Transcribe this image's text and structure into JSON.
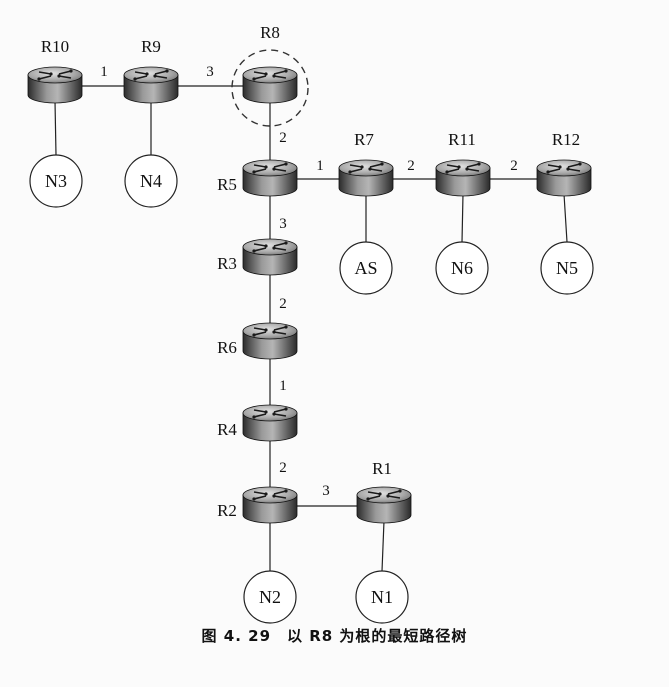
{
  "routers": [
    {
      "id": "R10",
      "label": "R10",
      "root": false
    },
    {
      "id": "R9",
      "label": "R9",
      "root": false
    },
    {
      "id": "R8",
      "label": "R8",
      "root": true
    },
    {
      "id": "R5",
      "label": "R5",
      "root": false
    },
    {
      "id": "R7",
      "label": "R7",
      "root": false
    },
    {
      "id": "R11",
      "label": "R11",
      "root": false
    },
    {
      "id": "R12",
      "label": "R12",
      "root": false
    },
    {
      "id": "R3",
      "label": "R3",
      "root": false
    },
    {
      "id": "R6",
      "label": "R6",
      "root": false
    },
    {
      "id": "R4",
      "label": "R4",
      "root": false
    },
    {
      "id": "R2",
      "label": "R2",
      "root": false
    },
    {
      "id": "R1",
      "label": "R1",
      "root": false
    }
  ],
  "networks": [
    {
      "id": "N3",
      "label": "N3",
      "router": "R10"
    },
    {
      "id": "N4",
      "label": "N4",
      "router": "R9"
    },
    {
      "id": "AS",
      "label": "AS",
      "router": "R7"
    },
    {
      "id": "N6",
      "label": "N6",
      "router": "R11"
    },
    {
      "id": "N5",
      "label": "N5",
      "router": "R12"
    },
    {
      "id": "N2",
      "label": "N2",
      "router": "R2"
    },
    {
      "id": "N1",
      "label": "N1",
      "router": "R1"
    }
  ],
  "links": [
    {
      "from": "R10",
      "to": "R9",
      "cost": "1"
    },
    {
      "from": "R9",
      "to": "R8",
      "cost": "3"
    },
    {
      "from": "R8",
      "to": "R5",
      "cost": "2"
    },
    {
      "from": "R5",
      "to": "R7",
      "cost": "1"
    },
    {
      "from": "R7",
      "to": "R11",
      "cost": "2"
    },
    {
      "from": "R11",
      "to": "R12",
      "cost": "2"
    },
    {
      "from": "R5",
      "to": "R3",
      "cost": "3"
    },
    {
      "from": "R3",
      "to": "R6",
      "cost": "2"
    },
    {
      "from": "R6",
      "to": "R4",
      "cost": "1"
    },
    {
      "from": "R4",
      "to": "R2",
      "cost": "2"
    },
    {
      "from": "R2",
      "to": "R1",
      "cost": "3"
    }
  ],
  "caption": "图 4. 29　以 R8 为根的最短路径树"
}
